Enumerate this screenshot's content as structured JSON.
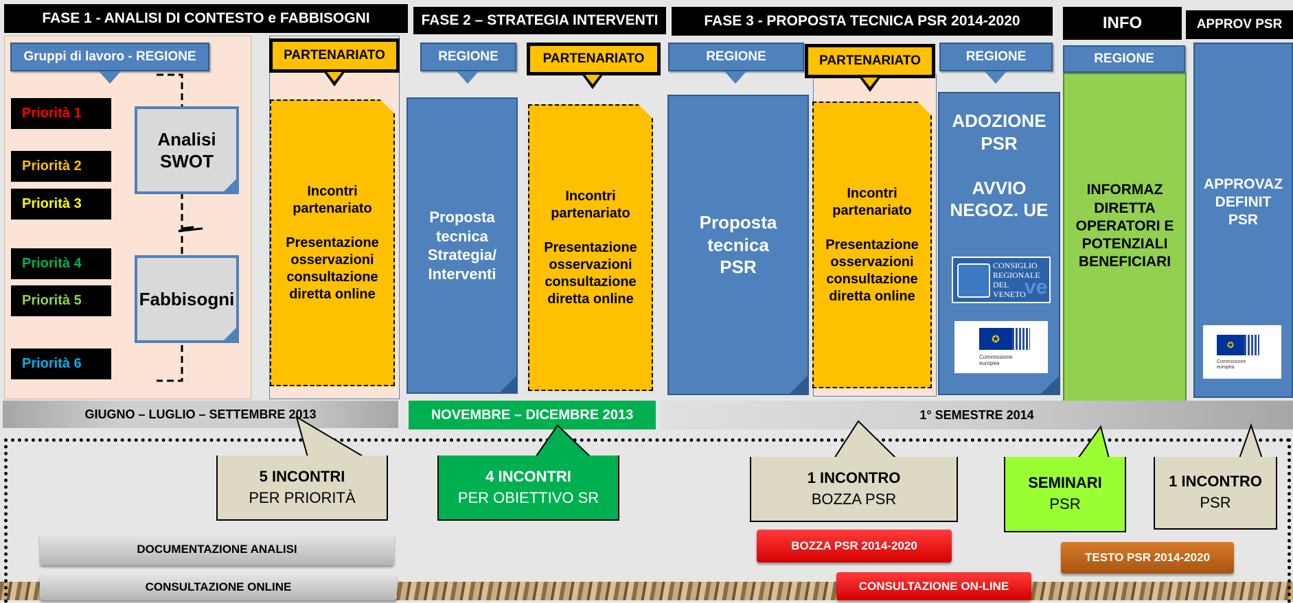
{
  "phases": {
    "fase1": "FASE 1 - ANALISI DI  CONTESTO e FABBISOGNI",
    "fase2": "FASE 2 – STRATEGIA INTERVENTI",
    "fase3": "FASE 3 - PROPOSTA TECNICA PSR 2014-2020",
    "info": "INFO",
    "approv": "APPROV PSR"
  },
  "labels": {
    "gruppi": "Gruppi di lavoro - REGIONE",
    "partenariato": "PARTENARIATO",
    "regione": "REGIONE"
  },
  "priorities": [
    {
      "label": "Priorità 1",
      "color": "#ff0000"
    },
    {
      "label": "Priorità 2",
      "color": "#ffc000"
    },
    {
      "label": "Priorità 3",
      "color": "#ffff00"
    },
    {
      "label": "Priorità 4",
      "color": "#00b050"
    },
    {
      "label": "Priorità 5",
      "color": "#92d050"
    },
    {
      "label": "Priorità 6",
      "color": "#00b0f0"
    }
  ],
  "analysis": {
    "swot": "Analisi\nSWOT",
    "fabbisogni": "Fabbisogni"
  },
  "columns": {
    "incontri": "Incontri\npartenariato\n\nPresentazione\nosservazioni\nconsultazione\ndiretta online",
    "strategia": "Proposta\ntecnica\nStrategia/\nInterventi",
    "proposta_psr": "Proposta\ntecnica\nPSR",
    "adozione": "ADOZIONE\nPSR\n\nAVVIO\nNEGOZ. UE",
    "informaz": "INFORMAZ\nDIRETTA\nOPERATORI E\nPOTENZIALI\nBENEFICIARI",
    "approvaz": "APPROVAZ\nDEFINIT\nPSR"
  },
  "logos": {
    "consiglio": [
      "CONSIGLIO",
      "REGIONALE",
      "DEL",
      "VENETO"
    ],
    "ve": "ve",
    "commissione": [
      "Commissione",
      "europea"
    ]
  },
  "periods": {
    "p1": "GIUGNO – LUGLIO – SETTEMBRE 2013",
    "p2": "NOVEMBRE – DICEMBRE 2013",
    "p3": "1° SEMESTRE 2014"
  },
  "callouts": {
    "c1": {
      "bold": "5    INCONTRI",
      "text": "PER  PRIORITÀ"
    },
    "c2": {
      "bold": "4    INCONTRI",
      "text": "PER  OBIETTIVO  SR"
    },
    "c3": {
      "bold": "1 INCONTRO",
      "text": "BOZZA PSR"
    },
    "c4": {
      "bold": "SEMINARI",
      "text": "PSR"
    },
    "c5": {
      "bold": "1 INCONTRO",
      "text": "PSR"
    }
  },
  "pills": {
    "doc": "DOCUMENTAZIONE ANALISI",
    "cons": "CONSULTAZIONE ONLINE",
    "bozza": "BOZZA PSR 2014-2020",
    "cons_online": "CONSULTAZIONE  ON-LINE",
    "testo": "TESTO PSR 2014-2020"
  },
  "colors": {
    "blue": "#4f81bd",
    "orange": "#ffc000",
    "green": "#92d050",
    "dark_green": "#00b050",
    "lime": "#99ff33",
    "red": "#ff0000",
    "brown": "#c0651c"
  }
}
